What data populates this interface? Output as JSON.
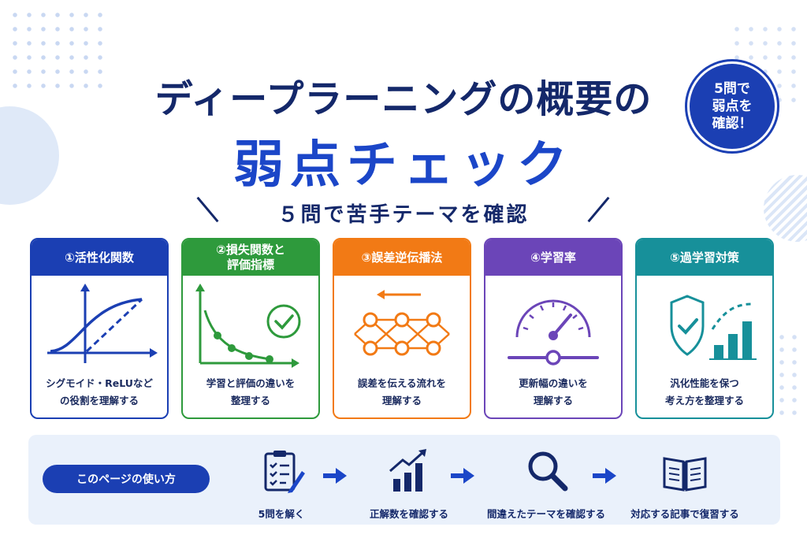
{
  "title": {
    "line1": "ディープラーニングの概要の",
    "line2": "弱点チェック",
    "subtitle": "５問で苦手テーマを確認"
  },
  "badge": {
    "text": "5問で\n弱点を\n確認！"
  },
  "cards": [
    {
      "title": "①活性化関数",
      "description": "シグモイド・ReLUなど\nの役割を理解する",
      "icon": "activation-curve-icon",
      "color": "#1b3fb3"
    },
    {
      "title": "②損失関数と\n評価指標",
      "description": "学習と評価の違いを\n整理する",
      "icon": "loss-curve-check-icon",
      "color": "#2e9a3c"
    },
    {
      "title": "③誤差逆伝播法",
      "description": "誤差を伝える流れを\n理解する",
      "icon": "neural-network-icon",
      "color": "#f27a15"
    },
    {
      "title": "④学習率",
      "description": "更新幅の違いを\n理解する",
      "icon": "gauge-slider-icon",
      "color": "#6b45b8"
    },
    {
      "title": "⑤過学習対策",
      "description": "汎化性能を保つ\n考え方を整理する",
      "icon": "shield-bar-chart-icon",
      "color": "#17909a"
    }
  ],
  "howto": {
    "label": "このページの使い方",
    "steps": [
      {
        "label": "5問を解く",
        "icon": "clipboard-checklist-icon"
      },
      {
        "label": "正解数を確認する",
        "icon": "bar-chart-growth-icon"
      },
      {
        "label": "間違えたテーマを確認する",
        "icon": "magnifier-icon"
      },
      {
        "label": "対応する記事で復習する",
        "icon": "open-book-icon"
      }
    ]
  }
}
